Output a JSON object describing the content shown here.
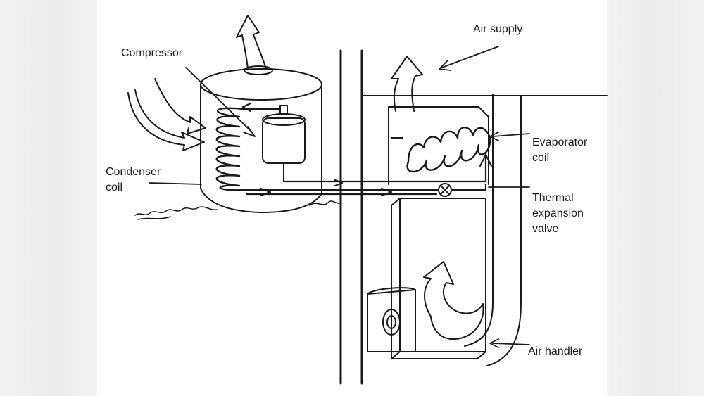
{
  "labels": {
    "compressor": "Compressor",
    "air_supply": "Air supply",
    "evaporator_line1": "Evaporator",
    "evaporator_line2": "coil",
    "condenser_line1": "Condenser",
    "condenser_line2": "coil",
    "thermal_line1": "Thermal",
    "thermal_line2": "expansion",
    "thermal_line3": "valve",
    "air_handler": "Air handler"
  },
  "colors": {
    "ink": "#1a1a1a",
    "background": "#ffffff",
    "side_panels": "#ececec"
  }
}
